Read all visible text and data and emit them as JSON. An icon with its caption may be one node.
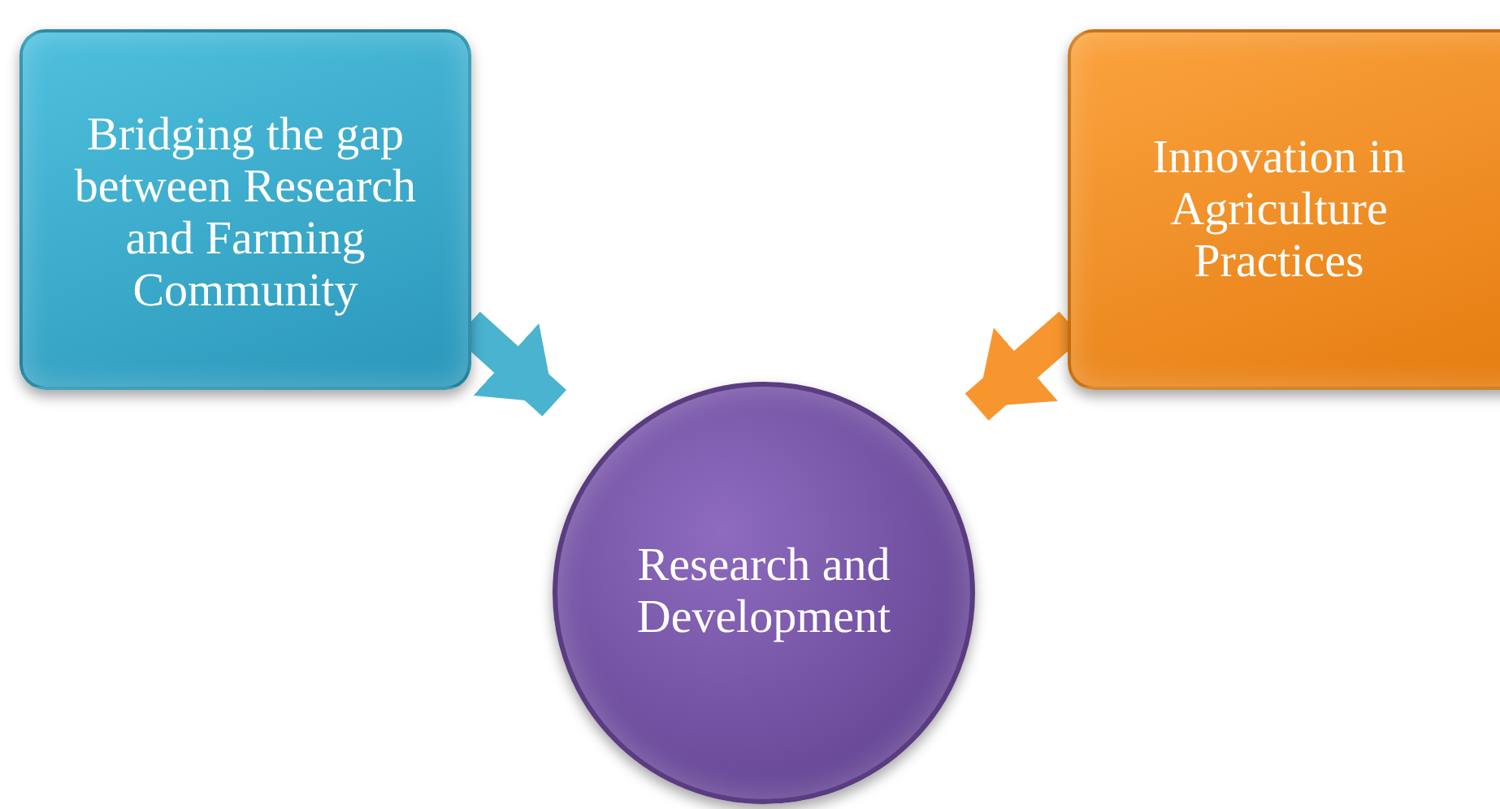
{
  "diagram": {
    "nodes": [
      {
        "text": [
          "Bridging the gap between Research and Farming Community"
        ]
      },
      {
        "text": [
          "Innovation in Agriculture Practices"
        ]
      },
      {
        "text": [
          "Research and Development"
        ]
      }
    ],
    "edges": [
      {
        "from": 0,
        "to": 2,
        "arrow": "to",
        "color": "#4ab3cf"
      },
      {
        "from": 1,
        "to": 2,
        "arrow": "to",
        "color": "#f7962e"
      }
    ]
  }
}
